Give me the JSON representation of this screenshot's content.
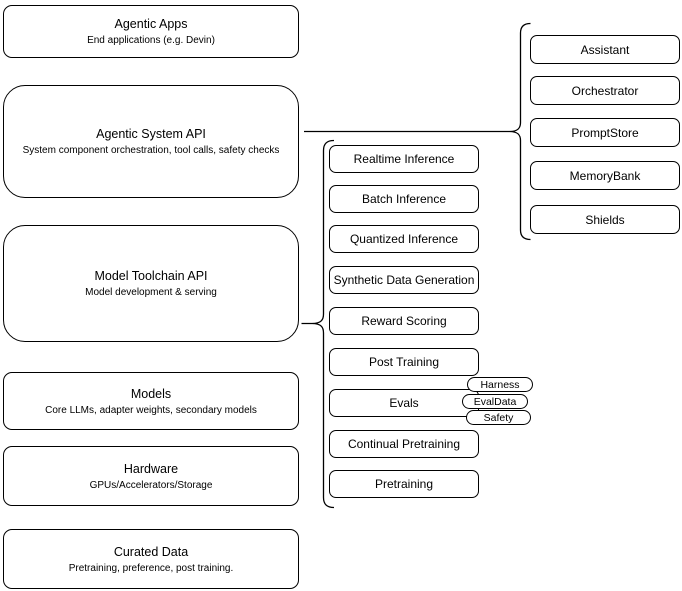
{
  "diagram": {
    "left_stack": {
      "boxes": [
        {
          "title": "Agentic Apps",
          "subtitle": "End applications (e.g. Devin)"
        },
        {
          "title": "Agentic System API",
          "subtitle": "System component orchestration, tool calls, safety checks"
        },
        {
          "title": "Model Toolchain API",
          "subtitle": "Model development & serving"
        },
        {
          "title": "Models",
          "subtitle": "Core LLMs, adapter weights, secondary models"
        },
        {
          "title": "Hardware",
          "subtitle": "GPUs/Accelerators/Storage"
        },
        {
          "title": "Curated Data",
          "subtitle": "Pretraining, preference, post training."
        }
      ]
    },
    "toolchain_group": {
      "items": [
        {
          "label": "Realtime Inference"
        },
        {
          "label": "Batch Inference"
        },
        {
          "label": "Quantized Inference"
        },
        {
          "label": "Synthetic Data Generation"
        },
        {
          "label": "Reward Scoring"
        },
        {
          "label": "Post Training"
        },
        {
          "label": "Evals"
        },
        {
          "label": "Continual Pretraining"
        },
        {
          "label": "Pretraining"
        }
      ],
      "evals_badges": [
        {
          "label": "Harness"
        },
        {
          "label": "EvalData"
        },
        {
          "label": "Safety"
        }
      ]
    },
    "system_group": {
      "items": [
        {
          "label": "Assistant"
        },
        {
          "label": "Orchestrator"
        },
        {
          "label": "PromptStore"
        },
        {
          "label": "MemoryBank"
        },
        {
          "label": "Shields"
        }
      ]
    },
    "colors": {
      "stroke": "#000000",
      "fill": "#ffffff",
      "background": "#ffffff",
      "text": "#000000"
    }
  }
}
